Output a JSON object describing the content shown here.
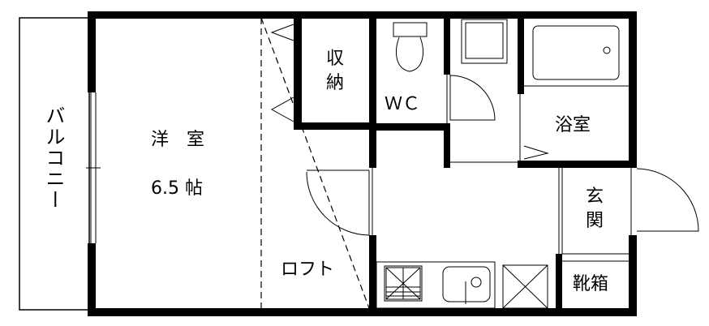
{
  "rooms": {
    "balcony": "バルコニー",
    "western_room": "洋　室",
    "western_room_size": "6.5 帖",
    "storage_line1": "収",
    "storage_line2": "納",
    "wc": "ＷＣ",
    "bathroom": "浴室",
    "entrance_line1": "玄",
    "entrance_line2": "関",
    "loft": "ロフト",
    "shoe_box": "靴箱"
  }
}
